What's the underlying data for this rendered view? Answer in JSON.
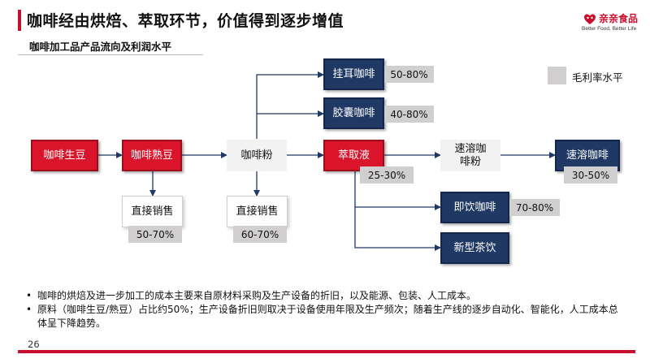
{
  "header": {
    "title": "咖啡经由烘焙、萃取环节，价值得到逐步增值",
    "subtitle": "咖啡加工品产品流向及利润水平"
  },
  "logo": {
    "name": "亲亲食品",
    "slogan": "Better Food, Better Life",
    "color": "#c8102e"
  },
  "legend": {
    "label": "毛利率水平"
  },
  "nodes": {
    "green_bean": "咖啡生豆",
    "roasted_bean": "咖啡熟豆",
    "direct_sale_1": "直接销售",
    "coffee_powder": "咖啡粉",
    "direct_sale_2": "直接销售",
    "extract": "萃取液",
    "drip_coffee": "挂耳咖啡",
    "capsule_coffee": "胶囊咖啡",
    "instant_powder": "速溶咖啡粉",
    "instant_coffee": "速溶咖啡",
    "rtd_coffee": "即饮咖啡",
    "new_tea": "新型茶饮"
  },
  "margins": {
    "direct_sale_1": "50-70%",
    "direct_sale_2": "60-70%",
    "extract": "25-30%",
    "drip_coffee": "50-80%",
    "capsule_coffee": "40-80%",
    "instant_coffee": "30-50%",
    "rtd_coffee": "70-80%"
  },
  "notes": [
    "咖啡的烘焙及进一步加工的成本主要来自原材料采购及生产设备的折旧，以及能源、包装、人工成本。",
    "原料（咖啡生豆/熟豆）占比约50%；生产设备折旧则取决于设备使用年限及生产频次；随着生产线的逐步自动化、智能化，人工成本总体呈下降趋势。"
  ],
  "page_number": "26",
  "colors": {
    "accent_red": "#d9142b",
    "navy": "#1f3864",
    "margin_gray": "#d0cece",
    "arrow": "#1f3864"
  }
}
